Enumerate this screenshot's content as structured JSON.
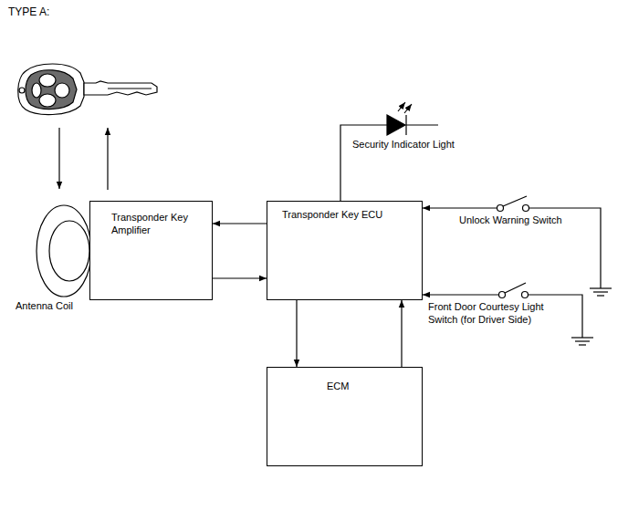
{
  "diagram": {
    "title": "TYPE A:",
    "nodes": [
      {
        "text": [
          "Transponder Key Amplifier"
        ]
      },
      {
        "text": [
          "Transponder Key ECU"
        ]
      },
      {
        "text": [
          "ECM"
        ]
      }
    ],
    "edges": [
      {
        "from": 1,
        "to": 0,
        "arrow": "to"
      },
      {
        "from": 0,
        "to": 1,
        "arrow": "to"
      },
      {
        "from": 1,
        "to": 2,
        "arrow": "to"
      },
      {
        "from": 2,
        "to": 1,
        "arrow": "to"
      }
    ],
    "labels": [
      "Security Indicator Light",
      "Unlock Warning Switch",
      "Front Door Courtesy Light Switch (for Driver Side)",
      "Antenna Coil"
    ]
  }
}
